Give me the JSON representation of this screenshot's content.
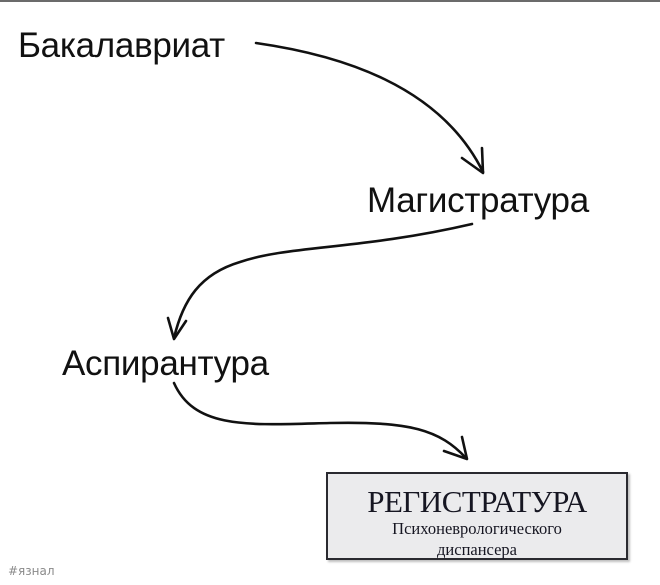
{
  "flow": {
    "steps": [
      {
        "label": "Бакалавриат"
      },
      {
        "label": "Магистратура"
      },
      {
        "label": "Аспирантура"
      }
    ]
  },
  "sign": {
    "title": "РЕГИСТРАТУРА",
    "subtitle_line1": "Психоневрологического",
    "subtitle_line2": "диспансера"
  },
  "watermark": {
    "text": "#язнал"
  },
  "colors": {
    "text": "#111111",
    "sign_background": "#ebebed",
    "sign_border": "#2a2a30",
    "watermark": "#8a8a8a"
  }
}
